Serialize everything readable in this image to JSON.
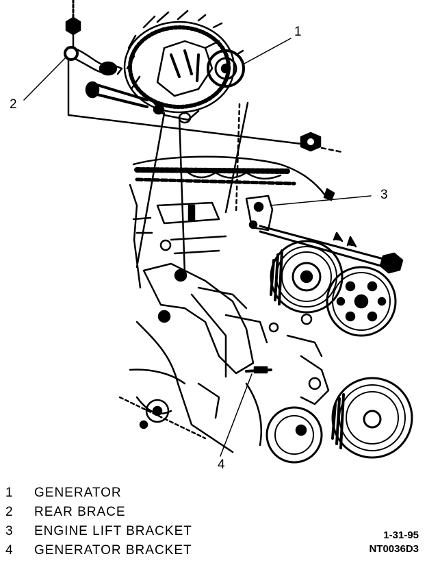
{
  "callouts": [
    {
      "num": "1"
    },
    {
      "num": "2"
    },
    {
      "num": "3"
    },
    {
      "num": "4"
    }
  ],
  "legend": [
    {
      "num": "1",
      "label": "GENERATOR"
    },
    {
      "num": "2",
      "label": "REAR BRACE"
    },
    {
      "num": "3",
      "label": "ENGINE LIFT BRACKET"
    },
    {
      "num": "4",
      "label": "GENERATOR BRACKET"
    }
  ],
  "stamp": {
    "date": "1-31-95",
    "code": "NT0036D3"
  }
}
